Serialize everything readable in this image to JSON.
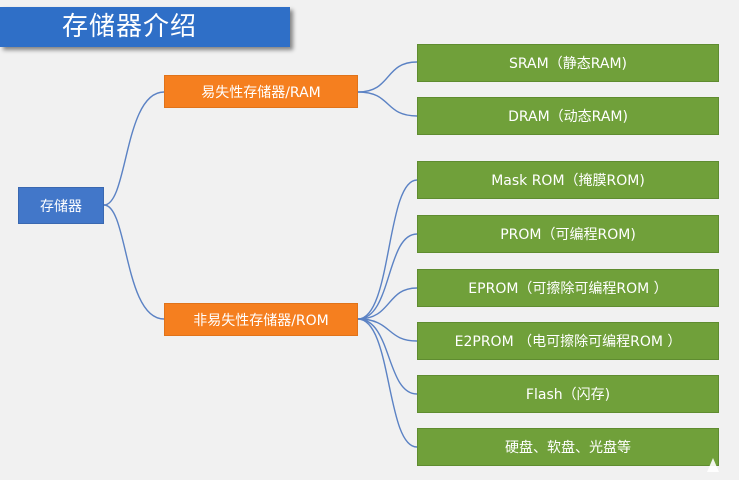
{
  "title": "存储器介绍",
  "root": {
    "label": "存储器"
  },
  "categories": [
    {
      "label": "易失性存储器/RAM",
      "children": [
        "SRAM（静态RAM)",
        "DRAM（动态RAM)"
      ]
    },
    {
      "label": "非易失性存储器/ROM",
      "children": [
        "Mask ROM（掩膜ROM)",
        "PROM（可编程ROM)",
        "EPROM（可擦除可编程ROM ）",
        "E2PROM （电可擦除可编程ROM ）",
        "Flash（闪存)",
        "硬盘、软盘、光盘等"
      ]
    }
  ],
  "colors": {
    "title_bg": "#2f6fc7",
    "root_bg": "#4277c9",
    "category_bg": "#f57f1f",
    "leaf_bg": "#70a03a",
    "connector": "#5b82c4"
  }
}
